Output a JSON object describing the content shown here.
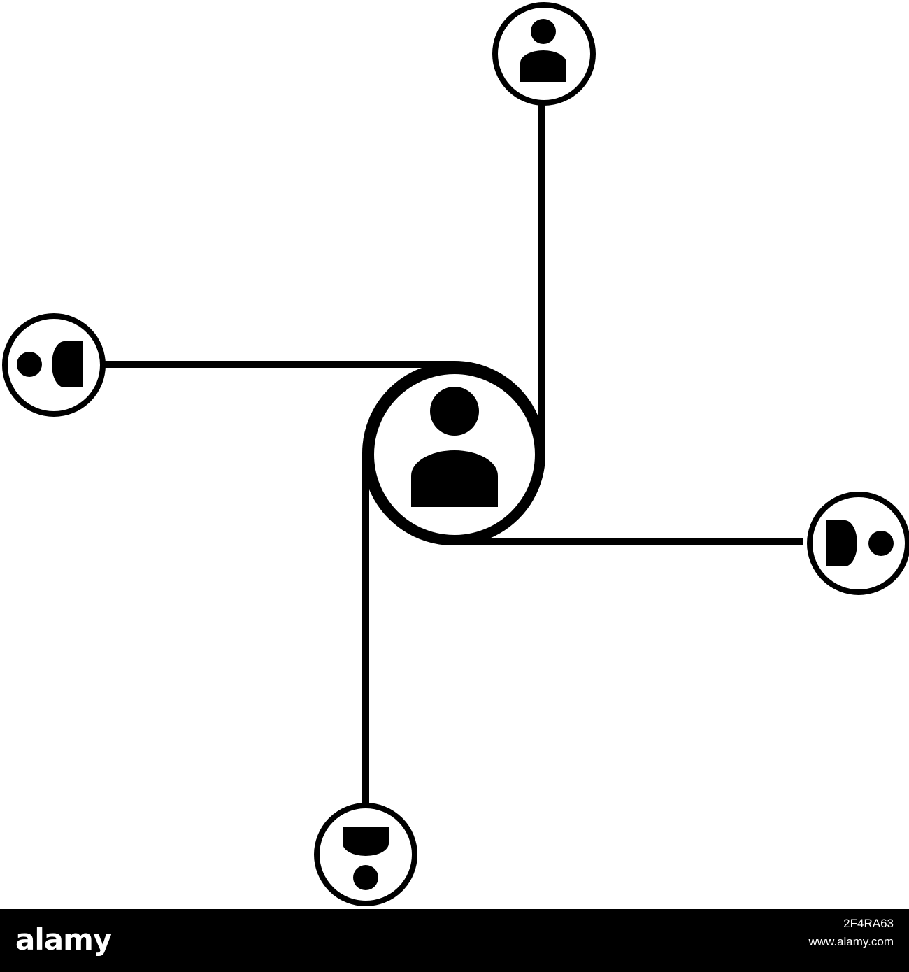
{
  "diagram": {
    "stroke_color": "#000000",
    "background_color": "#ffffff",
    "center_node": {
      "icon": "person-icon",
      "orientation": "up"
    },
    "outer_nodes": [
      {
        "id": "top",
        "icon": "person-icon",
        "orientation": "up"
      },
      {
        "id": "left",
        "icon": "person-icon",
        "orientation": "left"
      },
      {
        "id": "right",
        "icon": "person-icon",
        "orientation": "right"
      },
      {
        "id": "bottom",
        "icon": "person-icon",
        "orientation": "down"
      }
    ]
  },
  "footer": {
    "background_color": "#000000",
    "text_color": "#ffffff",
    "logo_text": "alamy",
    "image_id": "2F4RA63",
    "site_url": "www.alamy.com"
  }
}
